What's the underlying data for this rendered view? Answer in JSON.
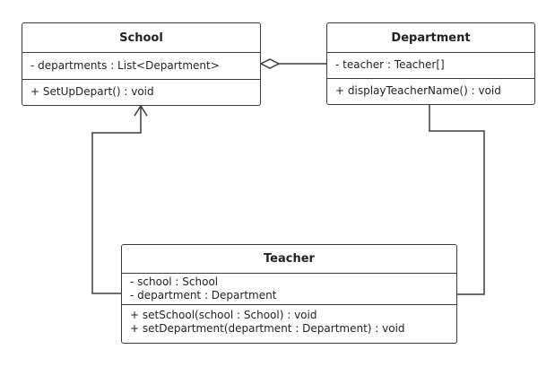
{
  "diagram": {
    "classes": {
      "school": {
        "name": "School",
        "attributes": [
          "- departments : List<Department>"
        ],
        "operations": [
          "+ SetUpDepart() : void"
        ]
      },
      "department": {
        "name": "Department",
        "attributes": [
          "- teacher : Teacher[]"
        ],
        "operations": [
          "+ displayTeacherName() : void"
        ]
      },
      "teacher": {
        "name": "Teacher",
        "attributes": [
          "- school : School",
          "- department : Department"
        ],
        "operations": [
          "+ setSchool(school : School) : void",
          "+ setDepartment(department : Department) : void"
        ]
      }
    },
    "relations": [
      {
        "type": "aggregation",
        "whole": "School",
        "part": "Department"
      },
      {
        "type": "association",
        "from": "Teacher",
        "to": "School",
        "navigable": true
      },
      {
        "type": "association",
        "from": "Teacher",
        "to": "Department",
        "navigable": false
      }
    ],
    "colors": {
      "line": "#3b3b3b",
      "background": "#ffffff",
      "text": "#222222"
    }
  }
}
